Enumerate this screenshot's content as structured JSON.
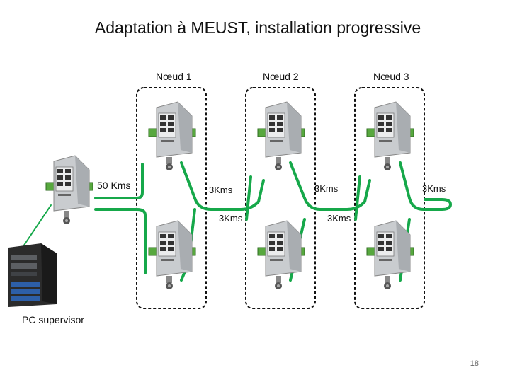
{
  "title": "Adaptation à MEUST, installation progressive",
  "nodes": [
    {
      "label": "Nœud 1"
    },
    {
      "label": "Nœud 2"
    },
    {
      "label": "Nœud 3"
    }
  ],
  "links": {
    "main": "50 Kms",
    "top_1": "3Kms",
    "top_2": "3Kms",
    "top_3": "3Kms",
    "bottom_1": "3Kms",
    "bottom_2": "3Kms"
  },
  "pc_label": "PC supervisor",
  "page_number": "18",
  "colors": {
    "link": "#16a84a",
    "rail": "#4d9a3a",
    "node_border": "#111111"
  },
  "icons": [
    "switch-device-icon",
    "server-tower-icon"
  ]
}
